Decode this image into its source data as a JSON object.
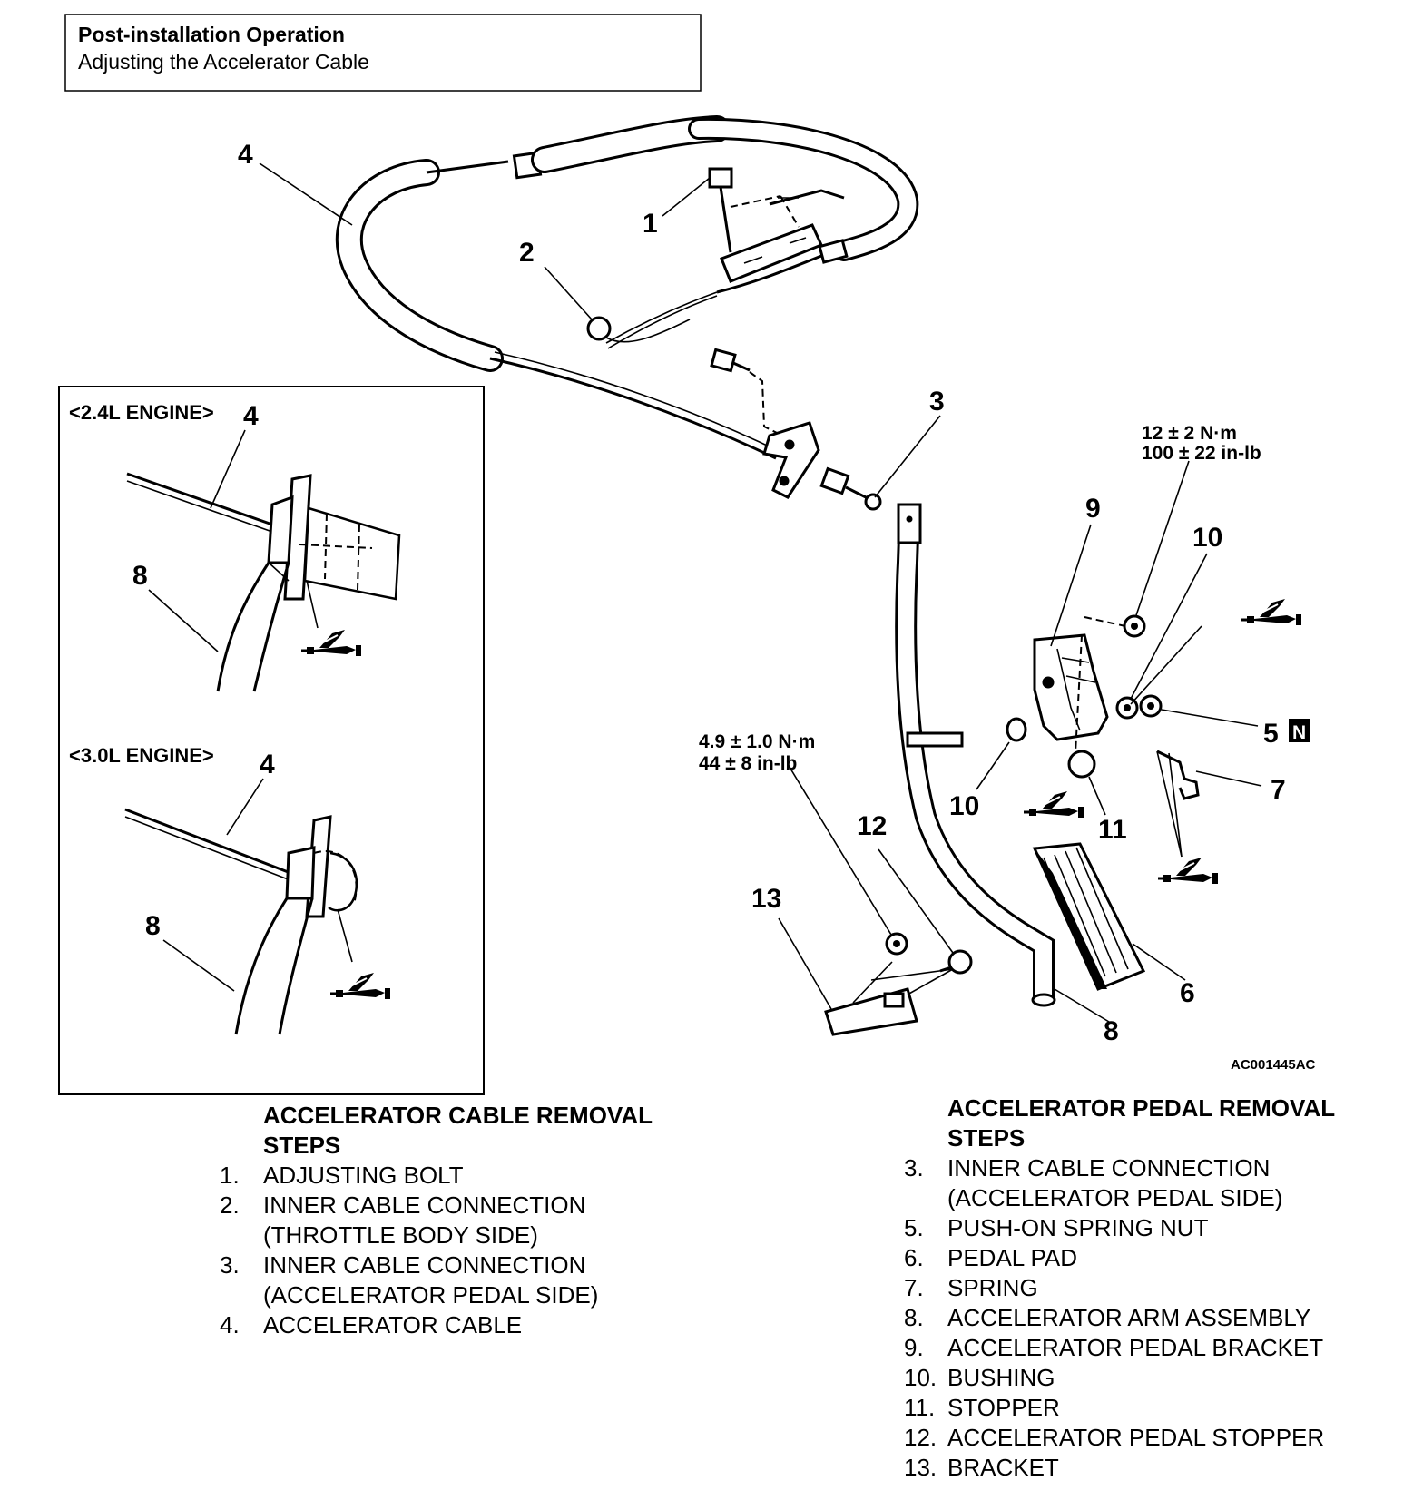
{
  "header": {
    "title": "Post-installation Operation",
    "subtitle": "Adjusting the Accelerator Cable"
  },
  "insets": [
    {
      "title": "<2.4L ENGINE>",
      "callouts": [
        "4",
        "8"
      ]
    },
    {
      "title": "<3.0L ENGINE>",
      "callouts": [
        "4",
        "8"
      ]
    }
  ],
  "callouts": {
    "c1": "1",
    "c2": "2",
    "c3": "3",
    "c4": "4",
    "c5": "5",
    "c5_badge": "N",
    "c6": "6",
    "c7": "7",
    "c8": "8",
    "c9": "9",
    "c10a": "10",
    "c10b": "10",
    "c11": "11",
    "c12": "12",
    "c13": "13"
  },
  "torque_specs": {
    "upper": {
      "line1": "12 ± 2 N·m",
      "line2": "100 ± 22 in-lb"
    },
    "lower": {
      "line1": "4.9 ± 1.0 N·m",
      "line2": "44 ± 8 in-lb"
    }
  },
  "figure_code": "AC001445AC",
  "cable_removal": {
    "title_line1": "ACCELERATOR CABLE REMOVAL",
    "title_line2": "STEPS",
    "steps": [
      {
        "num": "1.",
        "lines": [
          "ADJUSTING BOLT"
        ]
      },
      {
        "num": "2.",
        "lines": [
          "INNER CABLE CONNECTION",
          "(THROTTLE BODY SIDE)"
        ]
      },
      {
        "num": "3.",
        "lines": [
          "INNER CABLE CONNECTION",
          "(ACCELERATOR PEDAL SIDE)"
        ]
      },
      {
        "num": "4.",
        "lines": [
          "ACCELERATOR CABLE"
        ]
      }
    ]
  },
  "pedal_removal": {
    "title_line1": "ACCELERATOR PEDAL REMOVAL",
    "title_line2": "STEPS",
    "steps": [
      {
        "num": "3.",
        "lines": [
          "INNER CABLE CONNECTION",
          "(ACCELERATOR PEDAL SIDE)"
        ]
      },
      {
        "num": "5.",
        "lines": [
          "PUSH-ON SPRING NUT"
        ]
      },
      {
        "num": "6.",
        "lines": [
          "PEDAL PAD"
        ]
      },
      {
        "num": "7.",
        "lines": [
          "SPRING"
        ]
      },
      {
        "num": "8.",
        "lines": [
          "ACCELERATOR ARM ASSEMBLY"
        ]
      },
      {
        "num": "9.",
        "lines": [
          "ACCELERATOR PEDAL BRACKET"
        ]
      },
      {
        "num": "10.",
        "lines": [
          "BUSHING"
        ]
      },
      {
        "num": "11.",
        "lines": [
          "STOPPER"
        ]
      },
      {
        "num": "12.",
        "lines": [
          "ACCELERATOR PEDAL STOPPER"
        ]
      },
      {
        "num": "13.",
        "lines": [
          "BRACKET"
        ]
      }
    ]
  },
  "grease_icon": "grease-gun-icon"
}
